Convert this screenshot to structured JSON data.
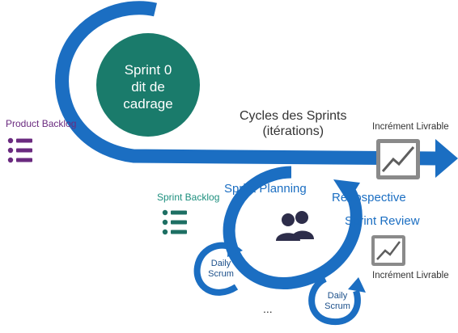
{
  "sprint0": {
    "line1": "Sprint 0",
    "line2": "dit de",
    "line3": "cadrage"
  },
  "cycles": {
    "line1": "Cycles des Sprints",
    "line2": "(itérations)"
  },
  "product_backlog": "Product Backlog",
  "sprint_backlog": "Sprint Backlog",
  "sprint_planning": "Sprint Planning",
  "retrospective": "Rétrospective",
  "sprint_review": "Sprint Review",
  "increment_top": "Incrément Livrable",
  "increment_bottom": "Incrément Livrable",
  "daily_scrum_left": {
    "line1": "Daily",
    "line2": "Scrum"
  },
  "daily_scrum_right": {
    "line1": "Daily",
    "line2": "Scrum"
  },
  "ellipsis": "...",
  "colors": {
    "arrow_blue": "#1b6ec2",
    "circle_teal": "#1a7b6b",
    "purple": "#6a2a7f",
    "teal_text": "#1d8f7e",
    "icon_dark": "#2d2d4a",
    "chart_icon": "#8a8a8a"
  }
}
